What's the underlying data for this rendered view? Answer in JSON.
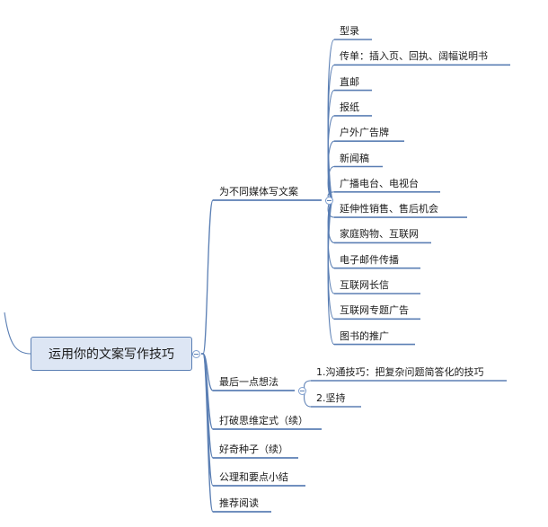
{
  "root": {
    "label": "运用你的文案写作技巧"
  },
  "branches": [
    {
      "label": "为不同媒体写文案",
      "collapsible": true,
      "children": [
        "型录",
        "传单：插入页、回执、阔幅说明书",
        "直邮",
        "报纸",
        "户外广告牌",
        "新闻稿",
        "广播电台、电视台",
        "延伸性销售、售后机会",
        "家庭购物、互联网",
        "电子邮件传播",
        "互联网长信",
        "互联网专题广告",
        "图书的推广"
      ]
    },
    {
      "label": "最后一点想法",
      "collapsible": true,
      "children": [
        "1.沟通技巧：把复杂问题简答化的技巧",
        "2.坚持"
      ]
    },
    {
      "label": "打破思维定式（续）",
      "collapsible": false,
      "children": []
    },
    {
      "label": "好奇种子（续）",
      "collapsible": false,
      "children": []
    },
    {
      "label": "公理和要点小结",
      "collapsible": false,
      "children": []
    },
    {
      "label": "推荐阅读",
      "collapsible": false,
      "children": []
    }
  ],
  "colors": {
    "line": "#5b7fb4",
    "root_fill": "#dde6f4",
    "text": "#1a1a1a"
  }
}
